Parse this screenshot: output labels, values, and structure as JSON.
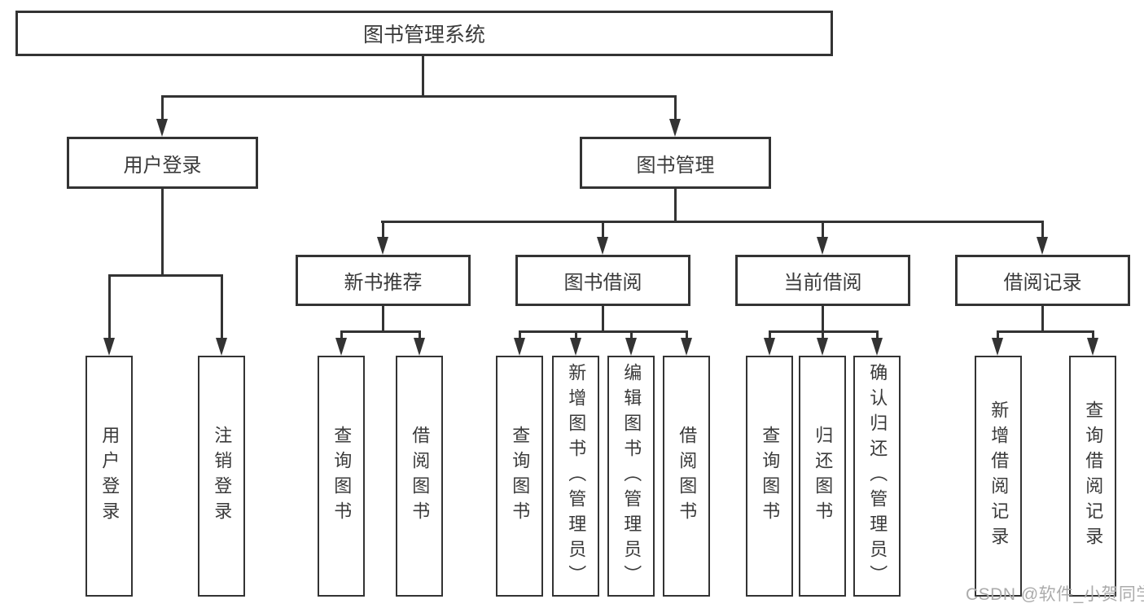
{
  "diagram": {
    "root": {
      "label": "图书管理系统"
    },
    "level2": [
      {
        "label": "用户登录",
        "leaves": [
          "用户登录",
          "注销登录"
        ]
      },
      {
        "label": "图书管理"
      }
    ],
    "level3": [
      {
        "label": "新书推荐",
        "leaves": [
          "查询图书",
          "借阅图书"
        ]
      },
      {
        "label": "图书借阅",
        "leaves": [
          "查询图书",
          "新增图书（管理员）",
          "编辑图书（管理员）",
          "借阅图书"
        ]
      },
      {
        "label": "当前借阅",
        "leaves": [
          "查询图书",
          "归还图书",
          "确认归还（管理员）"
        ]
      },
      {
        "label": "借阅记录",
        "leaves": [
          "新增借阅记录",
          "查询借阅记录"
        ]
      }
    ],
    "watermark": "CSDN @软件_小贺同学",
    "colors": {
      "line": "#333333",
      "text": "#3a3a3a",
      "background": "#ffffff",
      "watermark": "#ababab"
    }
  }
}
